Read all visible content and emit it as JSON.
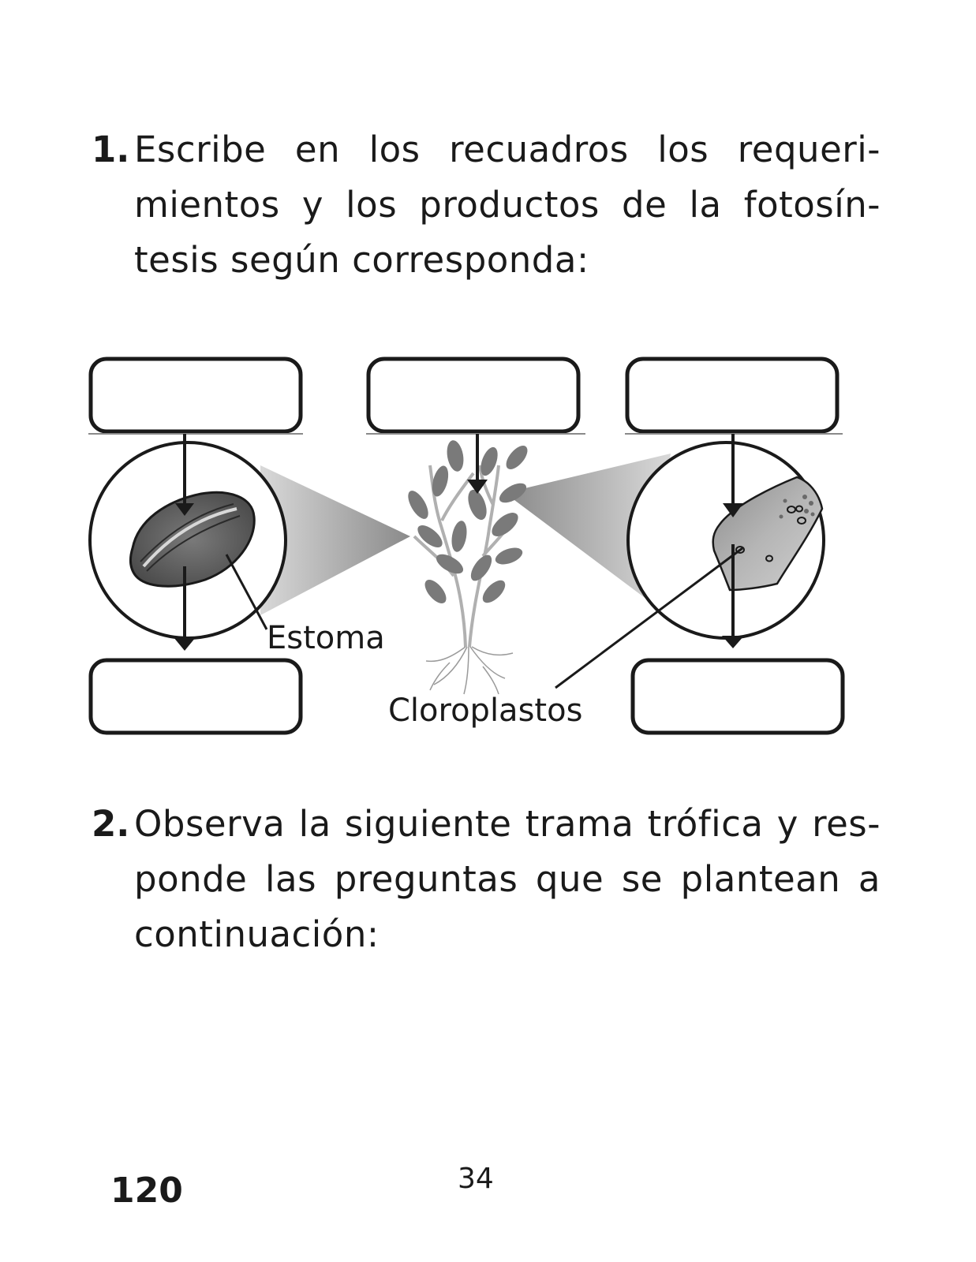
{
  "question1": {
    "number": "1.",
    "lines": [
      "Escribe en los recuadros los requeri-",
      "mientos y los productos de la fotosín-",
      "tesis según corresponda:"
    ]
  },
  "diagram": {
    "stoma_label": "Estoma",
    "chloroplast_label": "Cloroplastos"
  },
  "question2": {
    "number": "2.",
    "lines": [
      "Observa la siguiente trama trófica y res-",
      "ponde las preguntas que se plantean a",
      "continuación:"
    ]
  },
  "footer": {
    "page_number": "120",
    "center_number": "34"
  }
}
